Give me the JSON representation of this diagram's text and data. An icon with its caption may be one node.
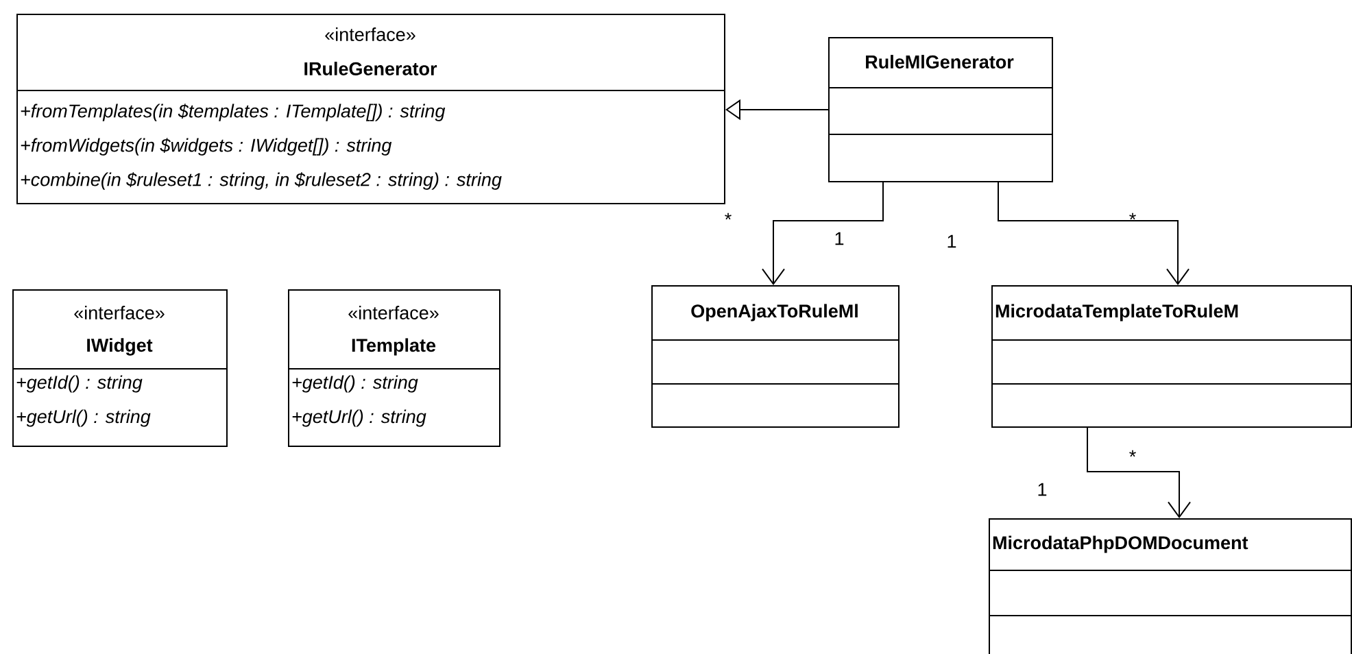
{
  "diagram": {
    "nodes": [
      {
        "text": [
          "«interface»",
          "IRuleGenerator",
          "+fromTemplates(in $templates : ITemplate[]) : string",
          "+fromWidgets(in $widgets : IWidget[]) : string",
          "+combine(in $ruleset1 : string, in $ruleset2 : string) : string"
        ]
      },
      {
        "text": [
          "RuleMlGenerator"
        ]
      },
      {
        "text": [
          "«interface»",
          "IWidget",
          "+getId() : string",
          "+getUrl() : string"
        ]
      },
      {
        "text": [
          "«interface»",
          "ITemplate",
          "+getId() : string",
          "+getUrl() : string"
        ]
      },
      {
        "text": [
          "OpenAjaxToRuleMl"
        ]
      },
      {
        "text": [
          "MicrodataTemplateToRuleM"
        ]
      },
      {
        "text": [
          "MicrodataPhpDOMDocument"
        ]
      }
    ],
    "edges": [
      {
        "from": 1,
        "to": 0,
        "arrow": "to"
      },
      {
        "from": 1,
        "to": 4,
        "arrow": "to"
      },
      {
        "from": 1,
        "to": 5,
        "arrow": "to"
      },
      {
        "from": 5,
        "to": 6,
        "arrow": "to"
      }
    ],
    "labels": [
      "*",
      "*",
      "1",
      "1",
      "*",
      "1"
    ]
  }
}
